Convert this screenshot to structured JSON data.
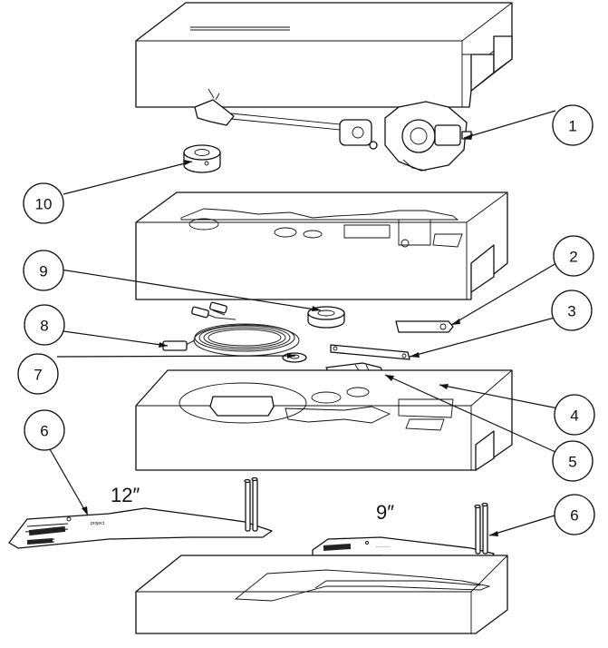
{
  "diagram": {
    "callouts": [
      "1",
      "2",
      "3",
      "4",
      "5",
      "6",
      "7",
      "8",
      "9",
      "10",
      "6"
    ],
    "size_labels": {
      "twelve_inch": "12″",
      "nine_inch": "9″"
    },
    "armboard_text": {
      "brand": "project",
      "small": "..........."
    }
  }
}
